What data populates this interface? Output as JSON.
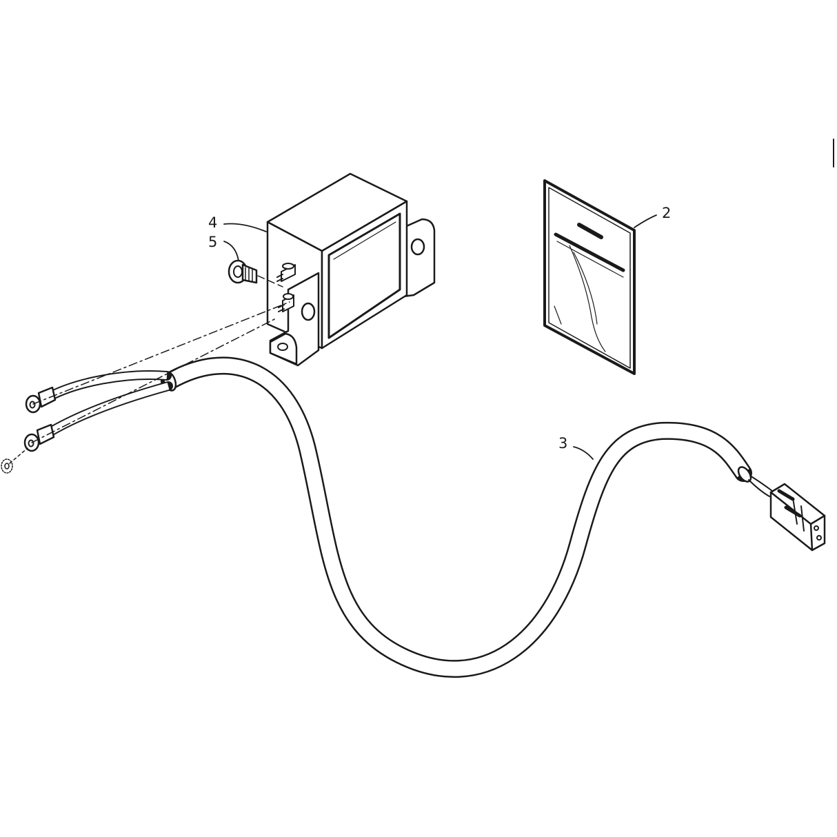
{
  "callouts": {
    "manual": "2",
    "harness": "3",
    "module": "4",
    "screw": "5"
  },
  "colors": {
    "ink": "#1a1a1a",
    "paper": "#ffffff"
  }
}
